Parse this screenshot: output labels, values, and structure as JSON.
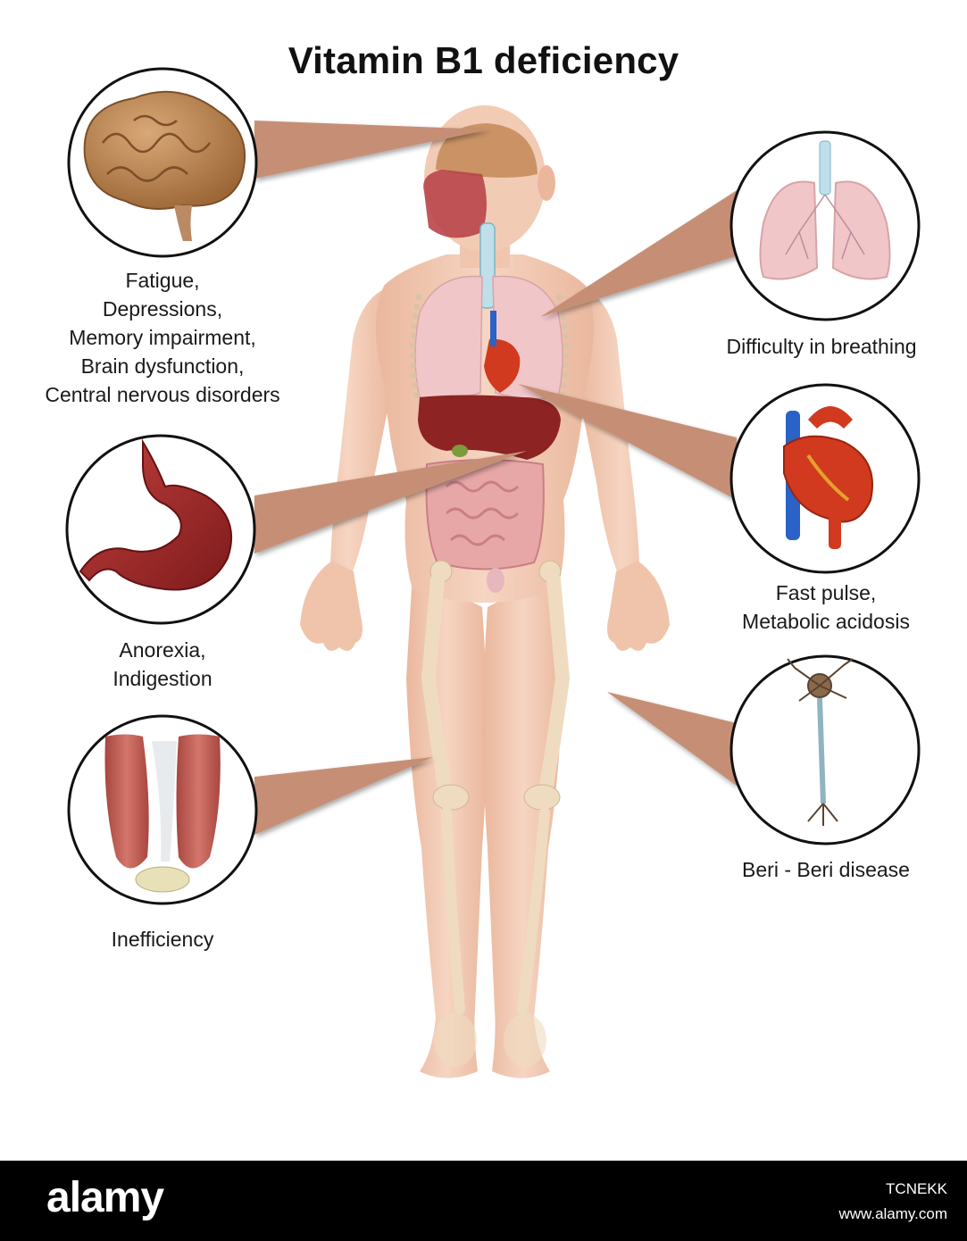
{
  "title": "Vitamin B1 deficiency",
  "callouts": [
    {
      "id": "brain",
      "lines": [
        "Fatigue,",
        "Depressions,",
        "Memory impairment,",
        "Brain dysfunction,",
        "Central nervous disorders"
      ]
    },
    {
      "id": "stomach",
      "lines": [
        "Anorexia,",
        "Indigestion"
      ]
    },
    {
      "id": "knee",
      "lines": [
        "Inefficiency"
      ]
    },
    {
      "id": "lungs",
      "lines": [
        "Difficulty in breathing"
      ]
    },
    {
      "id": "heart",
      "lines": [
        "Fast pulse,",
        "Metabolic acidosis"
      ]
    },
    {
      "id": "neuron",
      "lines": [
        "Beri - Beri disease"
      ]
    }
  ],
  "footer": {
    "logo": "alamy",
    "image_id": "TCNEKK",
    "url": "www.alamy.com"
  },
  "colors": {
    "skin": "#f2cbb5",
    "pointer": "#c68f74",
    "bone": "#efdcc0",
    "lung": "#f1c6c9",
    "liver": "#8d2323",
    "heart": "#d13a1e",
    "vein": "#2a62c8",
    "intestine": "#e8a7a7",
    "brain": "#c48a57",
    "circle_border": "#111111"
  }
}
